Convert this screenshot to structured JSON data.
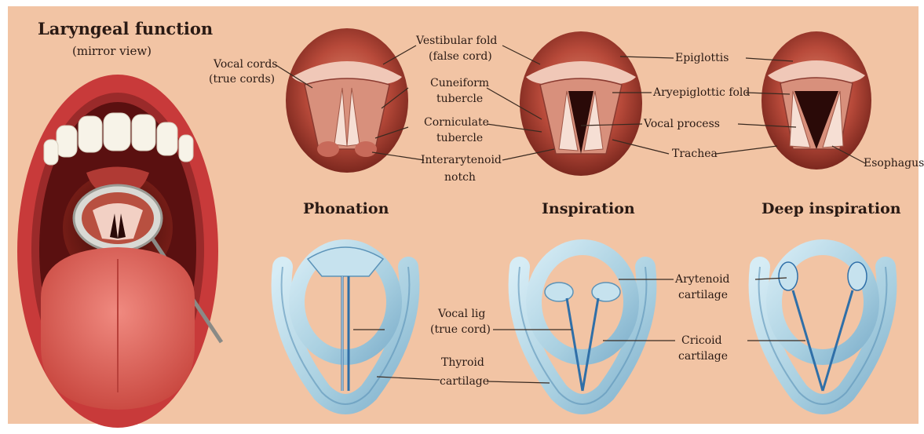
{
  "title": "Laryngeal function",
  "subtitle": "(mirror view)",
  "captions": {
    "phonation": "Phonation",
    "inspiration": "Inspiration",
    "deep_inspiration": "Deep inspiration"
  },
  "labels": {
    "vocal_cords_1": "Vocal cords",
    "vocal_cords_2": "(true cords)",
    "vestibular_fold_1": "Vestibular fold",
    "vestibular_fold_2": "(false cord)",
    "cuneiform_1": "Cuneiform",
    "cuneiform_2": "tubercle",
    "corniculate_1": "Corniculate",
    "corniculate_2": "tubercle",
    "interarytenoid_1": "Interarytenoid",
    "interarytenoid_2": "notch",
    "epiglottis": "Epiglottis",
    "aryepiglottic_fold": "Aryepiglottic fold",
    "vocal_process": "Vocal process",
    "trachea": "Trachea",
    "esophagus": "Esophagus",
    "vocal_lig_1": "Vocal lig",
    "vocal_lig_2": "(true cord)",
    "thyroid_1": "Thyroid",
    "thyroid_2": "cartilage",
    "arytenoid_1": "Arytenoid",
    "arytenoid_2": "cartilage",
    "cricoid_1": "Cricoid",
    "cricoid_2": "cartilage"
  },
  "colors": {
    "background": "#f2c4a4",
    "lip": "#c83a3a",
    "tongue": "#e06a6a",
    "mucosa": "#b84a3a",
    "cartilage": "#a8cfe0",
    "cartilage_dark": "#5c93b8"
  }
}
